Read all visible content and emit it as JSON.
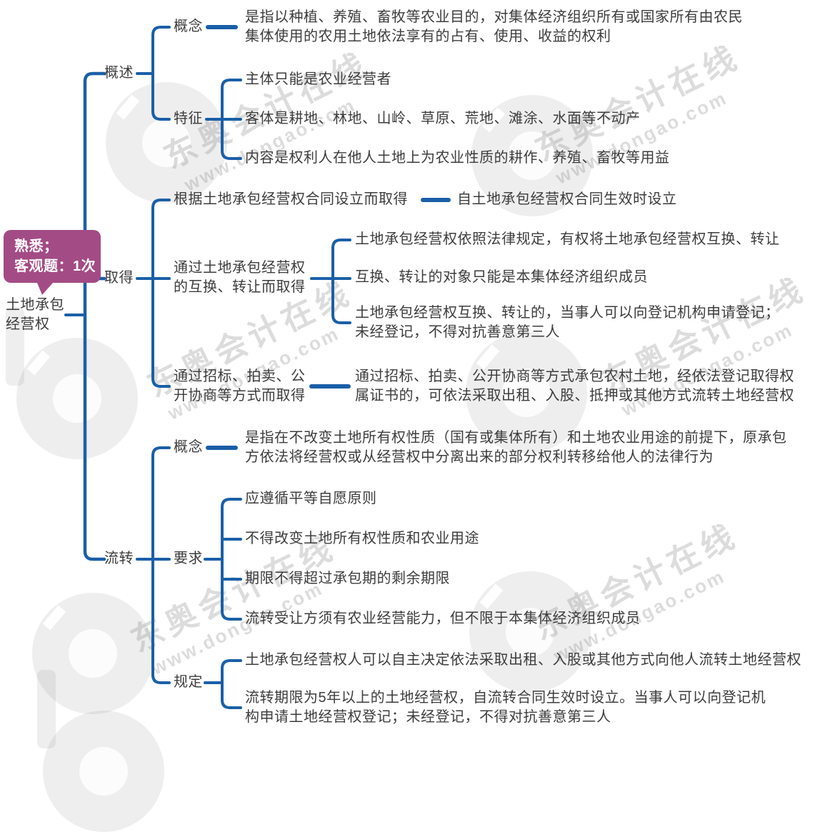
{
  "root": {
    "label": "土地承包经营权"
  },
  "badge": {
    "line1": "熟悉；",
    "line2": "客观题：1次",
    "color": "#A34B85"
  },
  "branches": [
    {
      "label": "概述",
      "children": [
        {
          "label": "概念",
          "text": "是指以种植、养殖、畜牧等农业目的，对集体经济组织所有或国家所有由农民集体使用的农用土地依法享有的占有、使用、收益的权利"
        },
        {
          "label": "特征",
          "items": [
            "主体只能是农业经营者",
            "客体是耕地、林地、山岭、草原、荒地、滩涂、水面等不动产",
            "内容是权利人在他人土地上为农业性质的耕作、养殖、畜牧等用益"
          ]
        }
      ]
    },
    {
      "label": "取得",
      "children": [
        {
          "label": "根据土地承包经营权合同设立而取得",
          "text": "自土地承包经营权合同生效时设立"
        },
        {
          "label": "通过土地承包经营权的互换、转让而取得",
          "items": [
            "土地承包经营权依照法律规定，有权将土地承包经营权互换、转让",
            "互换、转让的对象只能是本集体经济组织成员",
            "土地承包经营权互换、转让的，当事人可以向登记机构申请登记；未经登记，不得对抗善意第三人"
          ]
        },
        {
          "label": "通过招标、拍卖、公开协商等方式而取得",
          "text": "通过招标、拍卖、公开协商等方式承包农村土地，经依法登记取得权属证书的，可依法采取出租、入股、抵押或其他方式流转土地经营权"
        }
      ]
    },
    {
      "label": "流转",
      "children": [
        {
          "label": "概念",
          "text": "是指在不改变土地所有权性质（国有或集体所有）和土地农业用途的前提下，原承包方依法将经营权或从经营权中分离出来的部分权利转移给他人的法律行为"
        },
        {
          "label": "要求",
          "items": [
            "应遵循平等自愿原则",
            "不得改变土地所有权性质和农业用途",
            "期限不得超过承包期的剩余期限",
            "流转受让方须有农业经营能力，但不限于本集体经济组织成员"
          ]
        },
        {
          "label": "规定",
          "items": [
            "土地承包经营权人可以自主决定依法采取出租、入股或其他方式向他人流转土地经营权",
            "流转期限为5年以上的土地经营权，自流转合同生效时设立。当事人可以向登记机构申请土地经营权登记；未经登记，不得对抗善意第三人"
          ]
        }
      ]
    }
  ],
  "watermark": {
    "title": "东奥会计在线",
    "url": "www.dongao.com"
  },
  "colors": {
    "line": "#1A5FA8",
    "text": "#3C3C3C",
    "badge": "#A34B85"
  }
}
